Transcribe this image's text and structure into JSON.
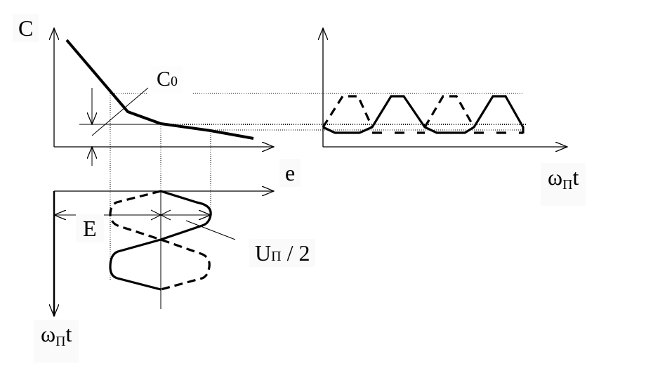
{
  "labels": {
    "c_axis": "C",
    "c0_main": "C",
    "c0_sub": "0",
    "e_axis": "e",
    "e_bias": "E",
    "u_main": "U",
    "u_sub": "П",
    "u_rest": " / 2",
    "omega_right_main": "ω",
    "omega_right_sub": "П",
    "omega_right_t": "t",
    "omega_left_main": "ω",
    "omega_left_sub": "П",
    "omega_left_t": "t"
  }
}
